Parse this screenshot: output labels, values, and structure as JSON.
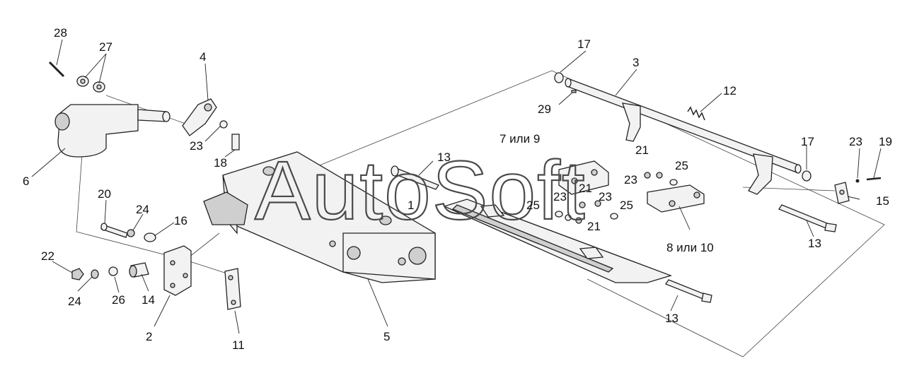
{
  "watermark": "AutoSoft",
  "callouts": [
    {
      "id": "c28",
      "text": "28"
    },
    {
      "id": "c27",
      "text": "27"
    },
    {
      "id": "c4",
      "text": "4"
    },
    {
      "id": "c6",
      "text": "6"
    },
    {
      "id": "c23a",
      "text": "23"
    },
    {
      "id": "c18",
      "text": "18"
    },
    {
      "id": "c20",
      "text": "20"
    },
    {
      "id": "c24a",
      "text": "24"
    },
    {
      "id": "c16",
      "text": "16"
    },
    {
      "id": "c22",
      "text": "22"
    },
    {
      "id": "c24b",
      "text": "24"
    },
    {
      "id": "c26",
      "text": "26"
    },
    {
      "id": "c14",
      "text": "14"
    },
    {
      "id": "c2",
      "text": "2"
    },
    {
      "id": "c11",
      "text": "11"
    },
    {
      "id": "c5",
      "text": "5"
    },
    {
      "id": "c13a",
      "text": "13"
    },
    {
      "id": "c1",
      "text": "1"
    },
    {
      "id": "c7or9",
      "text": "7 или 9"
    },
    {
      "id": "c17a",
      "text": "17"
    },
    {
      "id": "c3",
      "text": "3"
    },
    {
      "id": "c29",
      "text": "29"
    },
    {
      "id": "c12",
      "text": "12"
    },
    {
      "id": "c21a",
      "text": "21"
    },
    {
      "id": "c23b",
      "text": "23"
    },
    {
      "id": "c25a",
      "text": "25"
    },
    {
      "id": "c21b",
      "text": "21"
    },
    {
      "id": "c23c",
      "text": "23"
    },
    {
      "id": "c23d",
      "text": "23"
    },
    {
      "id": "c25b",
      "text": "25"
    },
    {
      "id": "c25c",
      "text": "25"
    },
    {
      "id": "c21c",
      "text": "21"
    },
    {
      "id": "c8or10",
      "text": "8 или 10"
    },
    {
      "id": "c17b",
      "text": "17"
    },
    {
      "id": "c23e",
      "text": "23"
    },
    {
      "id": "c19",
      "text": "19"
    },
    {
      "id": "c15",
      "text": "15"
    },
    {
      "id": "c13b",
      "text": "13"
    },
    {
      "id": "c13c",
      "text": "13"
    }
  ]
}
